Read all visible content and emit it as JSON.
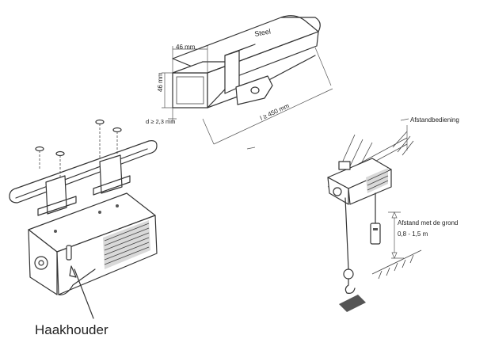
{
  "labels": {
    "steel": "Steel",
    "width_top": "46 mm",
    "height_side": "46 mm",
    "thickness": "d ≥ 2,3 mm",
    "length": "l ≥ 450 mm",
    "remote": "Afstandbediening",
    "ground_line1": "Afstand met de grond",
    "ground_line2": "0,8 - 1,5 m",
    "hook_holder": "Haakhouder"
  },
  "colors": {
    "line": "#333333",
    "shade": "#d9d9d9",
    "background": "#ffffff"
  }
}
